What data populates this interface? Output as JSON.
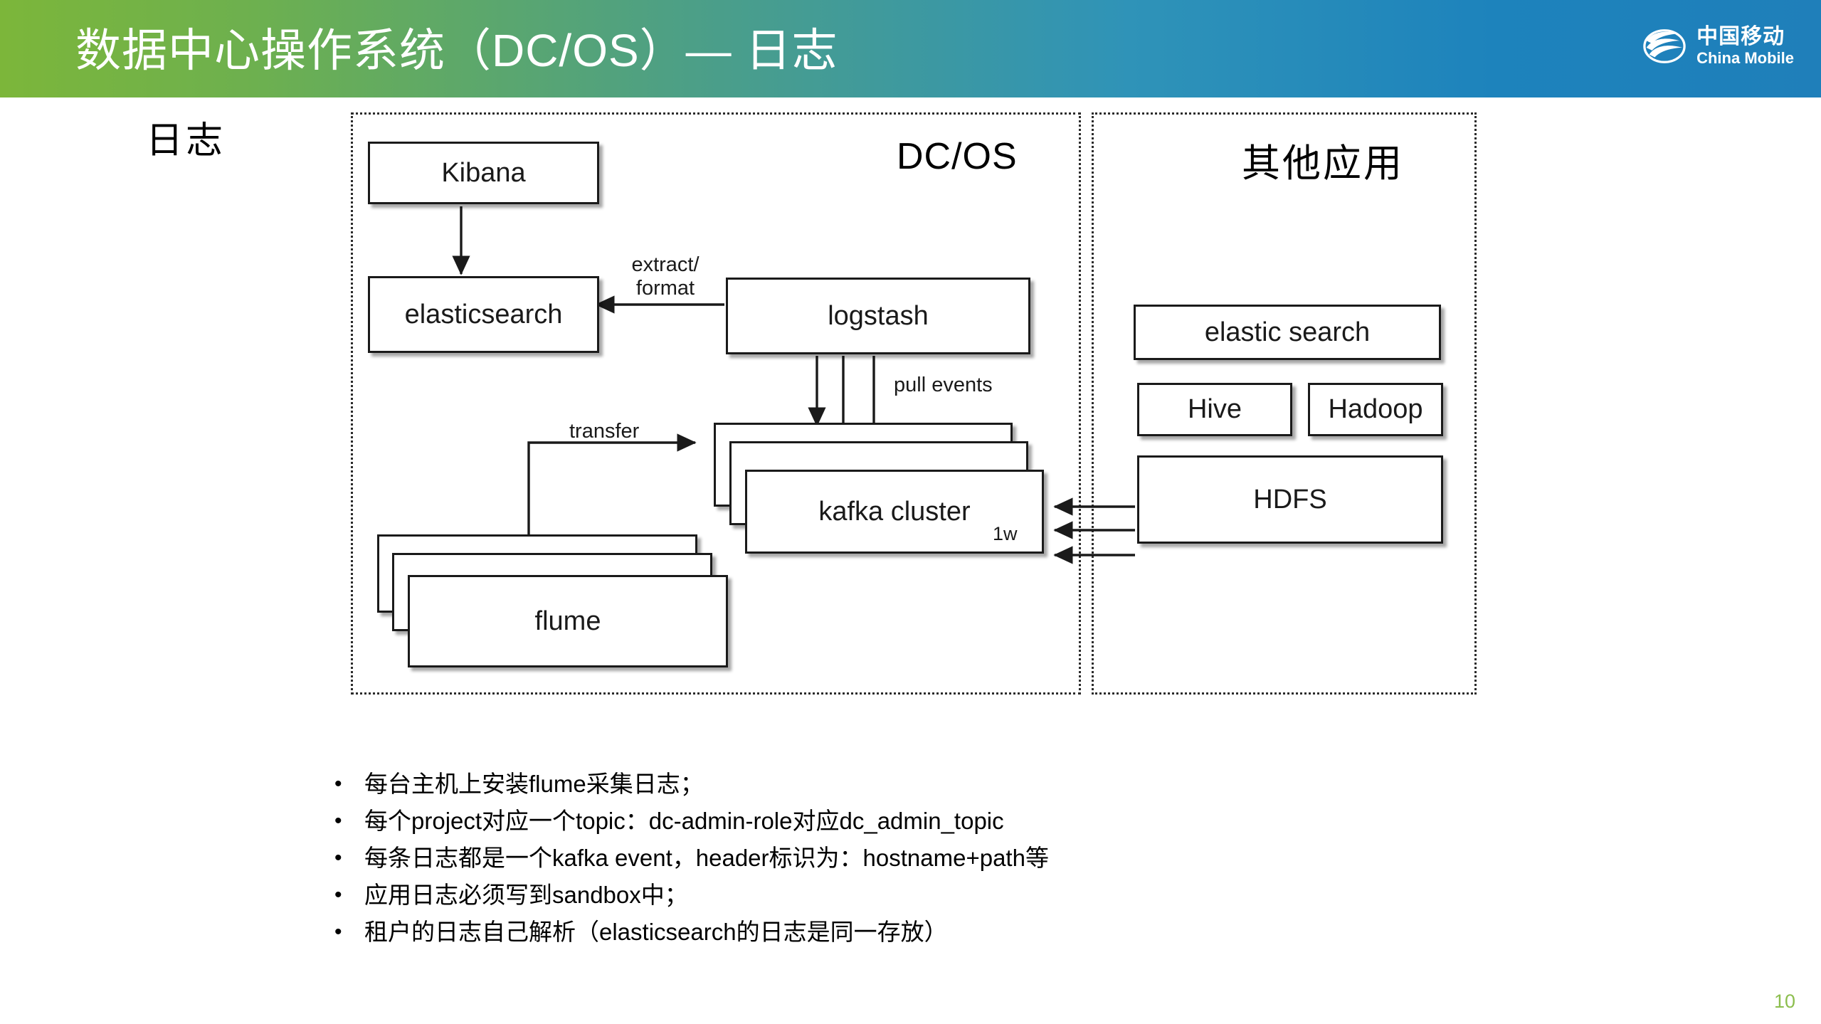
{
  "header": {
    "title": "数据中心操作系统（DC/OS）— 日志",
    "logo": {
      "icon": "china-mobile-wave-logo",
      "name_cn": "中国移动",
      "name_en": "China Mobile"
    },
    "gradient_from": "#7CB63A",
    "gradient_to": "#1F7FBA"
  },
  "side_label": "日志",
  "diagram": {
    "panels": [
      {
        "id": "dcos",
        "title": "DC/OS"
      },
      {
        "id": "other",
        "title": "其他应用"
      }
    ],
    "boxes": [
      {
        "id": "kibana",
        "label": "Kibana"
      },
      {
        "id": "elasticsearch",
        "label": "elasticsearch"
      },
      {
        "id": "logstash",
        "label": "logstash"
      },
      {
        "id": "kafka",
        "label": "kafka cluster",
        "note": "1w"
      },
      {
        "id": "flume",
        "label": "flume"
      },
      {
        "id": "elastic-search-app",
        "label": "elastic search"
      },
      {
        "id": "hive",
        "label": "Hive"
      },
      {
        "id": "hadoop",
        "label": "Hadoop"
      },
      {
        "id": "hdfs",
        "label": "HDFS"
      }
    ],
    "edge_labels": [
      {
        "id": "extract-format",
        "line1": "extract/",
        "line2": "format"
      },
      {
        "id": "pull-events",
        "line1": "pull events"
      },
      {
        "id": "transfer",
        "line1": "transfer"
      }
    ]
  },
  "bullets": [
    {
      "dot": "•",
      "text": "每台主机上安装flume采集日志；"
    },
    {
      "dot": "•",
      "text": "每个project对应一个topic：dc-admin-role对应dc_admin_topic"
    },
    {
      "dot": "•",
      "text": "每条日志都是一个kafka event，header标识为：hostname+path等"
    },
    {
      "dot": "•",
      "text": "应用日志必须写到sandbox中；"
    },
    {
      "dot": "•",
      "text": "租户的日志自己解析（elasticsearch的日志是同一存放）"
    }
  ],
  "page_number": "10",
  "accent_color": "#8CBE4E"
}
